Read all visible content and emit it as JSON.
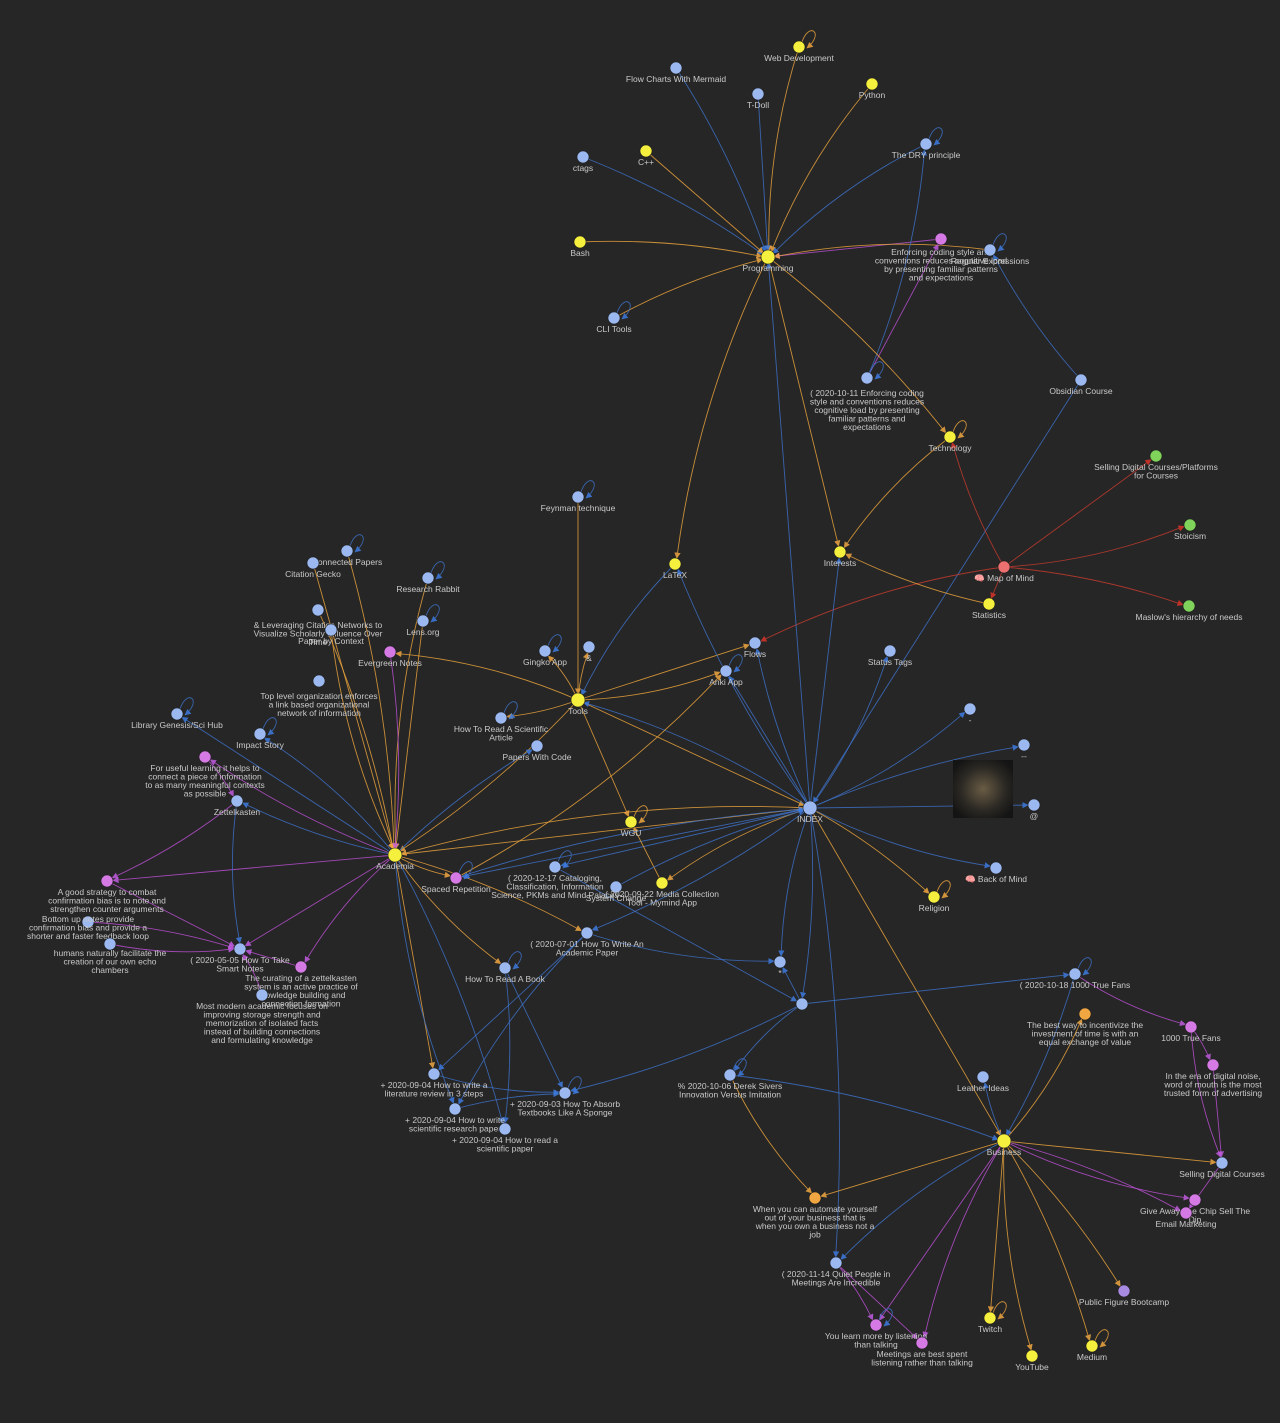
{
  "app": {
    "view": "Graph view"
  },
  "colors": {
    "background": "#262626",
    "note": "#9bb8f0",
    "tag": "#f5ef3e",
    "purple": "#d57ae4",
    "green": "#7fd35b",
    "red": "#ec7070",
    "orange": "#f0a742",
    "lavender": "#a88ae0",
    "edge_blue": "#3d6fc4",
    "edge_orange": "#e6a13c",
    "edge_purple": "#b84fd0",
    "edge_red": "#c23b2e",
    "label": "#c9c9c9"
  },
  "nodes": [
    {
      "id": "webdev",
      "label": "Web Development",
      "type": "tag"
    },
    {
      "id": "flowcharts",
      "label": "Flow Charts With Mermaid",
      "type": "note"
    },
    {
      "id": "tdoll",
      "label": "T-Doll",
      "type": "note"
    },
    {
      "id": "python",
      "label": "Python",
      "type": "tag"
    },
    {
      "id": "ctags",
      "label": "ctags",
      "type": "note"
    },
    {
      "id": "cpp",
      "label": "C++",
      "type": "tag"
    },
    {
      "id": "dry",
      "label": "The DRY principle",
      "type": "note"
    },
    {
      "id": "bash",
      "label": "Bash",
      "type": "tag"
    },
    {
      "id": "programming",
      "label": "Programming",
      "type": "tag"
    },
    {
      "id": "enforcing",
      "label": "Enforcing coding style and conventions reduces cognitive load by presenting familiar patterns and expectations",
      "type": "purple"
    },
    {
      "id": "regex",
      "label": "Regular Expressions",
      "type": "note"
    },
    {
      "id": "clitools",
      "label": "CLI Tools",
      "type": "note"
    },
    {
      "id": "enforcing2",
      "label": "( 2020-10-11 Enforcing coding style and conventions reduces cognitive load by presenting familiar patterns and expectations",
      "type": "note"
    },
    {
      "id": "obsidiancourse",
      "label": "Obsidian Course",
      "type": "note"
    },
    {
      "id": "technology",
      "label": "Technology",
      "type": "tag"
    },
    {
      "id": "sellingplatforms",
      "label": "Selling Digital Courses/Platforms for Courses",
      "type": "green"
    },
    {
      "id": "feynman",
      "label": "Feynman technique",
      "type": "note"
    },
    {
      "id": "stoicism",
      "label": "Stoicism",
      "type": "green"
    },
    {
      "id": "latex",
      "label": "LaTeX",
      "type": "tag"
    },
    {
      "id": "interests",
      "label": "Interests",
      "type": "tag"
    },
    {
      "id": "mapofmind",
      "label": "🧠 Map of Mind",
      "type": "red"
    },
    {
      "id": "statistics",
      "label": "Statistics",
      "type": "tag"
    },
    {
      "id": "maslow",
      "label": "Maslow's hierarchy of needs",
      "type": "green"
    },
    {
      "id": "connectedpapers",
      "label": "Connected Papers",
      "type": "note"
    },
    {
      "id": "citationgecko",
      "label": "Citation Gecko",
      "type": "note"
    },
    {
      "id": "researchrabbit",
      "label": "Research Rabbit",
      "type": "note"
    },
    {
      "id": "leveraging",
      "label": "& Leveraging Citation Networks to Visualize Scholarly Influence Over Time",
      "type": "note"
    },
    {
      "id": "lensorg",
      "label": "Lens.org",
      "type": "note"
    },
    {
      "id": "papercontext",
      "label": "Paper by Context",
      "type": "note"
    },
    {
      "id": "evergreen",
      "label": "Evergreen Notes",
      "type": "purple"
    },
    {
      "id": "gingkoapp",
      "label": "Gingko App",
      "type": "note"
    },
    {
      "id": "amp",
      "label": "&",
      "type": "note"
    },
    {
      "id": "flows",
      "label": "Flows",
      "type": "note"
    },
    {
      "id": "ankiapp",
      "label": "Anki App",
      "type": "note"
    },
    {
      "id": "statustags",
      "label": "Status Tags",
      "type": "note"
    },
    {
      "id": "toplevel",
      "label": "Top level organization enforces a link based organizational network of information",
      "type": "note"
    },
    {
      "id": "tools",
      "label": "Tools",
      "type": "tag"
    },
    {
      "id": "libgen",
      "label": "Library Genesis/Sci Hub",
      "type": "note"
    },
    {
      "id": "impactstory",
      "label": "Impact Story",
      "type": "note"
    },
    {
      "id": "readscientific",
      "label": "How To Read A Scientific Article",
      "type": "note"
    },
    {
      "id": "paperswithcode",
      "label": "Papers With Code",
      "type": "note"
    },
    {
      "id": "dash",
      "label": "-",
      "type": "note"
    },
    {
      "id": "dashdash",
      "label": "--",
      "type": "note"
    },
    {
      "id": "foruseful",
      "label": "For useful learning it helps to connect a piece of information to as many meaningful contexts as possible",
      "type": "purple"
    },
    {
      "id": "zettelkasten",
      "label": "Zettelkasten",
      "type": "note"
    },
    {
      "id": "index",
      "label": "INDEX",
      "type": "note"
    },
    {
      "id": "at",
      "label": "@",
      "type": "note"
    },
    {
      "id": "wgu",
      "label": "WGU",
      "type": "tag"
    },
    {
      "id": "academia",
      "label": "Academia",
      "type": "tag"
    },
    {
      "id": "spacedrep",
      "label": "Spaced Repetition",
      "type": "purple"
    },
    {
      "id": "cataloging",
      "label": "( 2020-12-17 Cataloging, Classification, Information Science, PKMs and Mind Palaces",
      "type": "note"
    },
    {
      "id": "systemchange",
      "label": "System Change",
      "type": "note"
    },
    {
      "id": "mediacollection",
      "label": "( 2020-09-22 Media Collection Tool - Mymind App",
      "type": "tag"
    },
    {
      "id": "backofmind",
      "label": "🧠 Back of Mind",
      "type": "note"
    },
    {
      "id": "religion",
      "label": "Religion",
      "type": "tag"
    },
    {
      "id": "goodstrategy",
      "label": "A good strategy to combat confirmation bias is to note and strengthen counter arguments",
      "type": "purple"
    },
    {
      "id": "bothin",
      "label": "Bottom up notes provide confirmation bias and provide a shorter and faster feedback loop",
      "type": "note"
    },
    {
      "id": "humans",
      "label": "humans naturally facilitate the creation of our own echo chambers",
      "type": "note"
    },
    {
      "id": "howtotake",
      "label": "( 2020-05-05 How To Take Smart Notes",
      "type": "note"
    },
    {
      "id": "curating",
      "label": "The curating of a zettelkasten system is an active practice of knowledge building and connection formation",
      "type": "purple"
    },
    {
      "id": "mostmodern",
      "label": "Most modern academic focuses on improving storage strength and memorization of isolated facts instead of building connections and formulating knowledge",
      "type": "note"
    },
    {
      "id": "writeacademic",
      "label": "( 2020-07-01 How To Write An Academic Paper",
      "type": "note"
    },
    {
      "id": "readabook",
      "label": "How To Read A Book",
      "type": "note"
    },
    {
      "id": "star",
      "label": "*",
      "type": "note"
    },
    {
      "id": "hub2",
      "label": "",
      "type": "note"
    },
    {
      "id": "truefans",
      "label": "( 2020-10-18 1000 True Fans",
      "type": "note"
    },
    {
      "id": "incentivize",
      "label": "The best way to incentivize the investment of time is with an equal exchange of value",
      "type": "orange"
    },
    {
      "id": "truefans2",
      "label": "1000 True Fans",
      "type": "purple"
    },
    {
      "id": "eranoise",
      "label": "In the era of digital noise, word of mouth is the most trusted form of advertising",
      "type": "purple"
    },
    {
      "id": "litreview",
      "label": "+ 2020-09-04 How to write a literature review in 3 steps",
      "type": "note"
    },
    {
      "id": "writescientific",
      "label": "+ 2020-09-04 How to write scientific research paper",
      "type": "note"
    },
    {
      "id": "readscientific2",
      "label": "+ 2020-09-04 How to read a scientific paper",
      "type": "note"
    },
    {
      "id": "absorb",
      "label": "+ 2020-09-03 How To Absorb Textbooks Like A Sponge",
      "type": "note"
    },
    {
      "id": "derek",
      "label": "% 2020-10-06 Derek Sivers Innovation Versus Imitation",
      "type": "note"
    },
    {
      "id": "leatherideas",
      "label": "Leather Ideas",
      "type": "note"
    },
    {
      "id": "business",
      "label": "Business",
      "type": "tag"
    },
    {
      "id": "sellingcourses",
      "label": "Selling Digital Courses",
      "type": "note"
    },
    {
      "id": "giveaway",
      "label": "Give Away The Chip Sell The Dip",
      "type": "purple"
    },
    {
      "id": "emailmarketing",
      "label": "Email Marketing",
      "type": "purple"
    },
    {
      "id": "automate",
      "label": "When you can automate yourself out of your business that is when you own a business not a job",
      "type": "orange"
    },
    {
      "id": "quietpeople",
      "label": "( 2020-11-14 Quiet People in Meetings Are Incredible",
      "type": "note"
    },
    {
      "id": "publicfigure",
      "label": "Public Figure Bootcamp",
      "type": "lavender"
    },
    {
      "id": "twitch",
      "label": "Twitch",
      "type": "tag"
    },
    {
      "id": "youlearn",
      "label": "You learn more by listening than talking",
      "type": "purple"
    },
    {
      "id": "meetings",
      "label": "Meetings are best spent listening rather than talking",
      "type": "purple"
    },
    {
      "id": "medium",
      "label": "Medium",
      "type": "tag"
    },
    {
      "id": "youtube",
      "label": "YouTube",
      "type": "tag"
    }
  ]
}
